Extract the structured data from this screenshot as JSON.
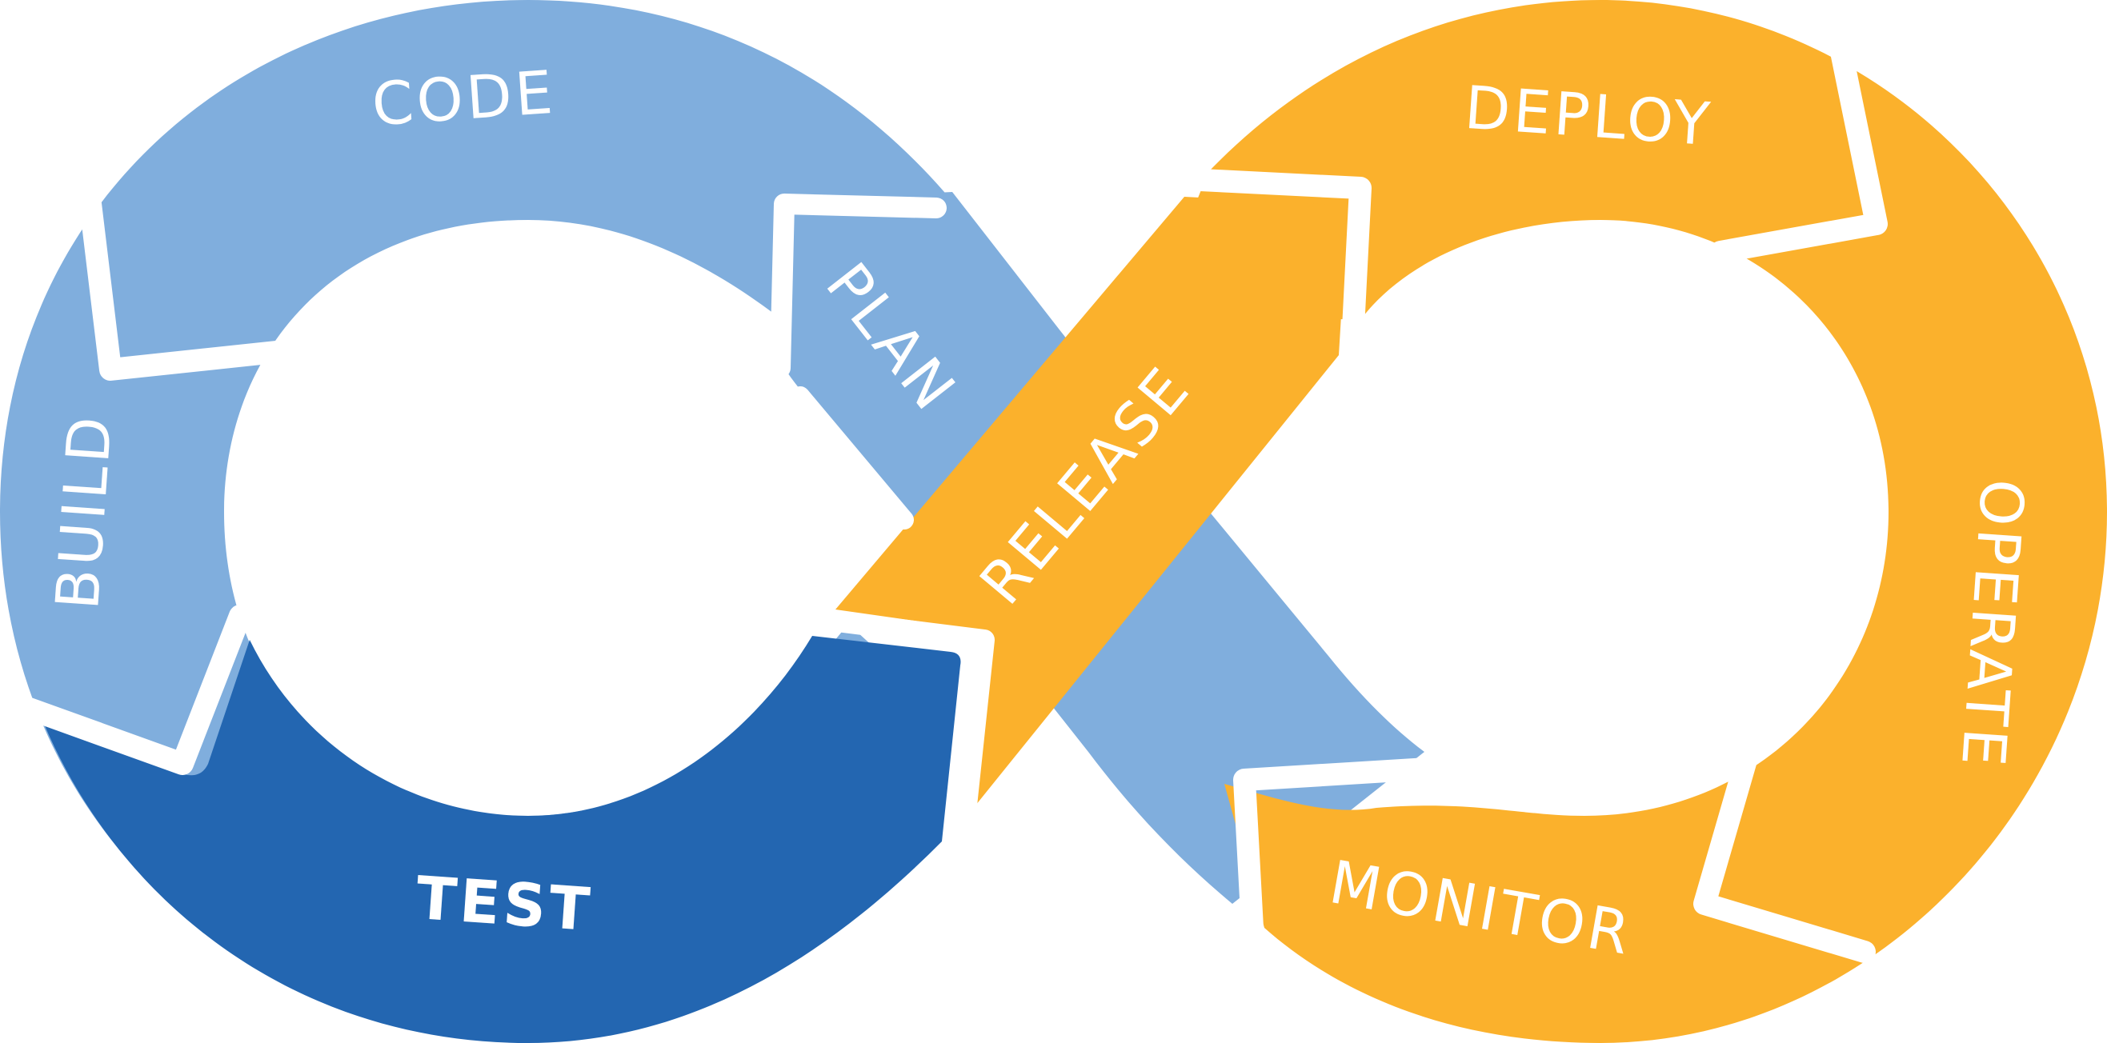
{
  "colors": {
    "plan_light_blue": "#80AEDD",
    "test_dark_blue": "#2366B1",
    "ops_orange": "#FBB12C",
    "gap_white": "#FFFFFF"
  },
  "segments": {
    "code": "CODE",
    "build": "BUILD",
    "test": "TEST",
    "plan": "PLAN",
    "release": "RELEASE",
    "deploy": "DEPLOY",
    "operate": "OPERATE",
    "monitor": "MONITOR"
  }
}
